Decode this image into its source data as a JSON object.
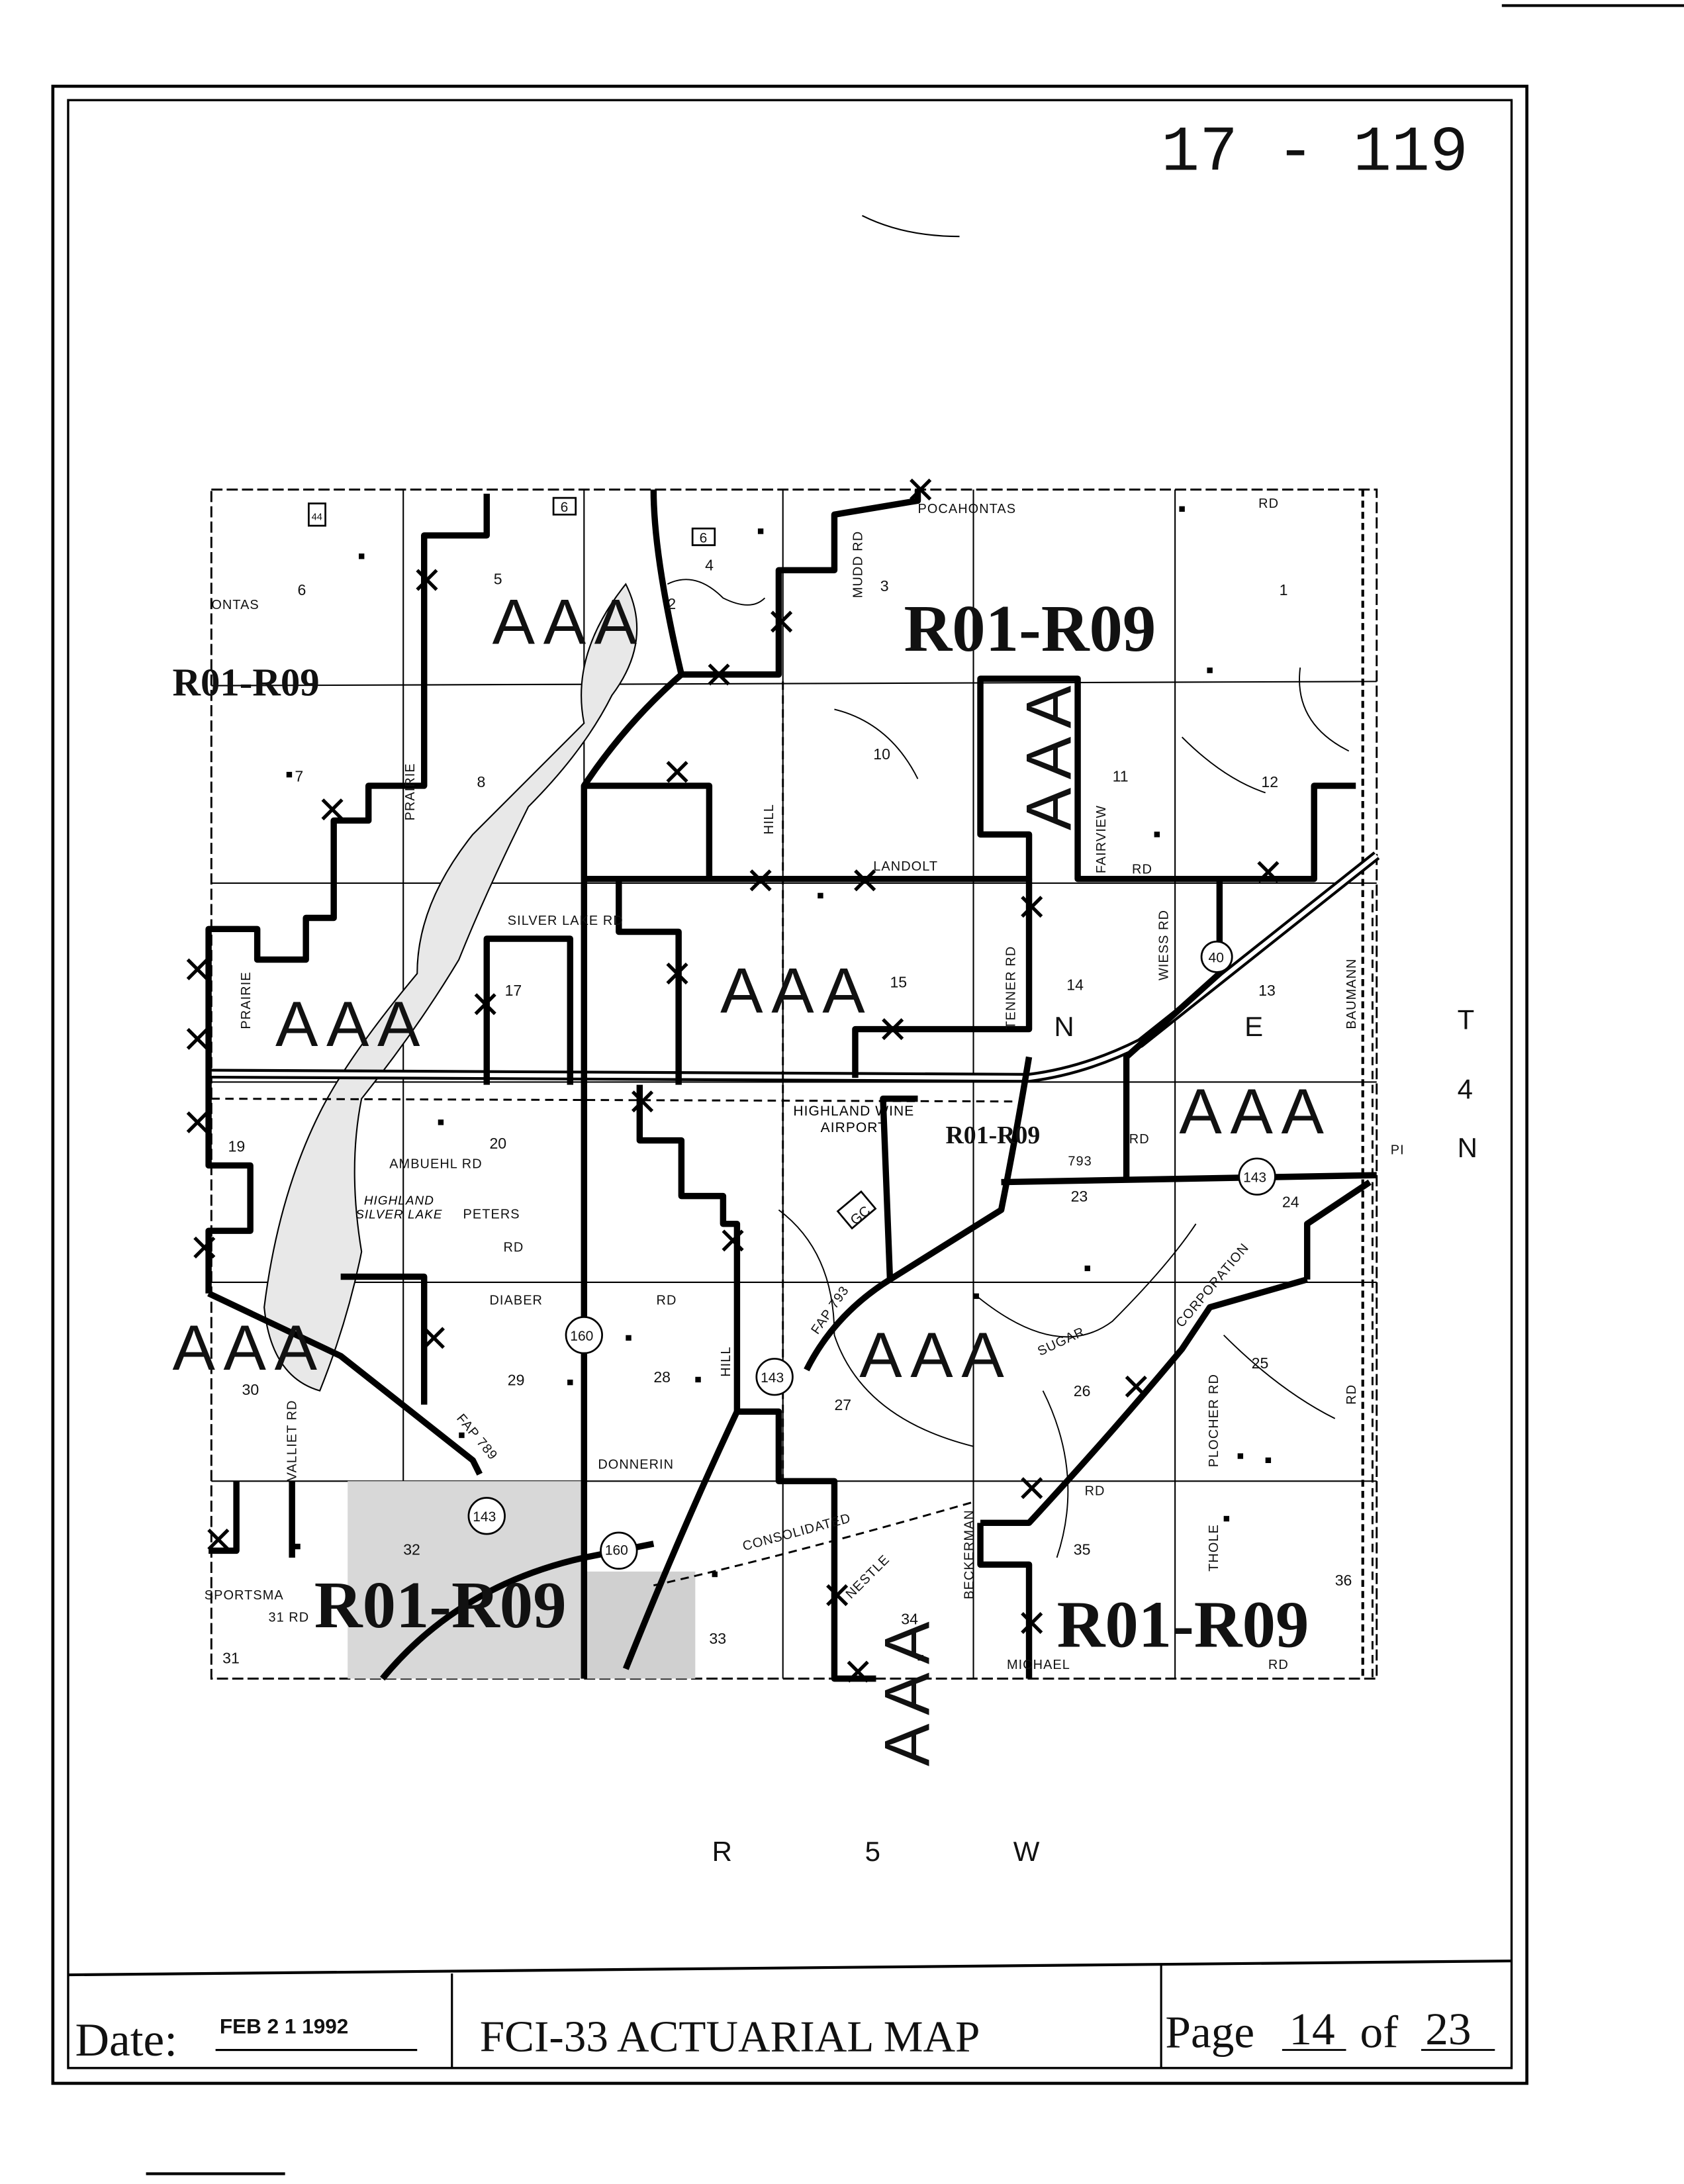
{
  "header": {
    "map_number": "17 - 119"
  },
  "footer": {
    "date_label": "Date:",
    "date_value": "FEB 2 1 1992",
    "title": "FCI-33 ACTUARIAL MAP",
    "page_label": "Page",
    "page_number": "14",
    "page_of": "of",
    "page_total": "23"
  },
  "margins": {
    "township": [
      "T",
      "4",
      "N"
    ],
    "range": "R 5 W"
  },
  "sections": [
    "6",
    "5",
    "4",
    "3",
    "2",
    "1",
    "7",
    "8",
    "10",
    "11",
    "12",
    "17",
    "15",
    "14",
    "13",
    "19",
    "20",
    "23",
    "24",
    "30",
    "29",
    "28",
    "27",
    "26",
    "25",
    "32",
    "31",
    "33",
    "34",
    "35",
    "36"
  ],
  "roads": {
    "pocahontas": "POCAHONTAS",
    "ontas": "ONTAS",
    "rd_top": "RD",
    "mudd": "MUDD RD",
    "hill": "HILL",
    "hill2": "HILL",
    "landolt": "LANDOLT",
    "fairview": "FAIRVIEW",
    "rd_landolt": "RD",
    "silver_lake": "SILVER LAKE RD",
    "wiess": "WIESS RD",
    "baumann": "BAUMANN",
    "prairie": "PRAIRIE",
    "prairie2": "PRAIRIE",
    "ambuehl": "AMBUEHL RD",
    "peters": "PETERS",
    "peters_rd": "RD",
    "diaber": "DIABER",
    "diaber_rd": "RD",
    "lake_name": "HIGHLAND SILVER LAKE",
    "airport": "HIGHLAND WINE AIRPORT",
    "donnerin": "DONNERIN",
    "consolidated": "CONSOLIDATED",
    "sugar": "SUGAR",
    "corporation": "CORPORATION",
    "plocher": "PLOCHER RD",
    "thole": "THOLE",
    "nestle": "NESTLE",
    "beckerman": "BECKERMAN",
    "michael": "MICHAEL",
    "rd_michael": "RD",
    "sportsman": "SPORTSMA",
    "sportsman_rd": "31 RD",
    "valliet": "VALLIET RD",
    "fap789": "FAP 789",
    "fap793": "FAP 793",
    "n793": "793",
    "rd_right": "RD",
    "rd_25": "RD",
    "rd_35": "RD",
    "pi": "PI",
    "tenner": "TENNER RD",
    "n_letter": "N",
    "e_letter": "E",
    "gc": "GC"
  },
  "shields": {
    "r160a": "160",
    "r160b": "160",
    "r143a": "143",
    "r143b": "143",
    "r143c": "143",
    "r40": "40",
    "r6a": "6",
    "r6b": "6",
    "r44": "44"
  },
  "zones": {
    "aaa_1": "AAA",
    "aaa_2": "AAA",
    "aaa_3": "AAA",
    "aaa_4": "AAA",
    "aaa_5": "AAA",
    "aaa_6": "AAA",
    "aaa_7": "AAA",
    "aaa_8": "AAA",
    "r_1": "R01-R09",
    "r_2": "R01-R09",
    "r_3": "R01-R09",
    "r_4": "R01-R09",
    "r_5": "R01-R09"
  }
}
